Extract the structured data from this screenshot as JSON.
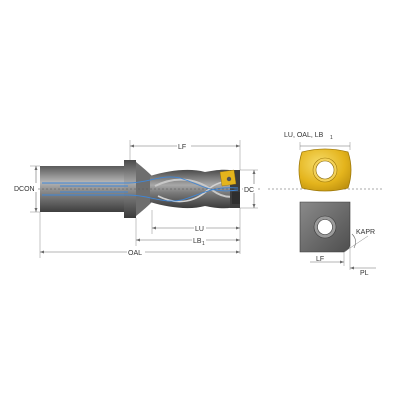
{
  "labels": {
    "lf": "LF",
    "dcon": "DCON",
    "dc": "DC",
    "lu": "LU",
    "lb_main": "LB",
    "lb_sub": "1",
    "oal": "OAL",
    "insert_top_main": "LU, OAL, LB",
    "insert_top_sub": "1",
    "kapr": "KAPR",
    "lf_insert": "LF",
    "pl": "PL"
  },
  "colors": {
    "body_dark": "#4d4d4d",
    "body_light": "#9a9a9a",
    "coolant": "#3f86d6",
    "insert_gold": "#e8bf1f",
    "insert_grey": "#6d6d6d",
    "dimension_line": "#6a6a6a"
  }
}
